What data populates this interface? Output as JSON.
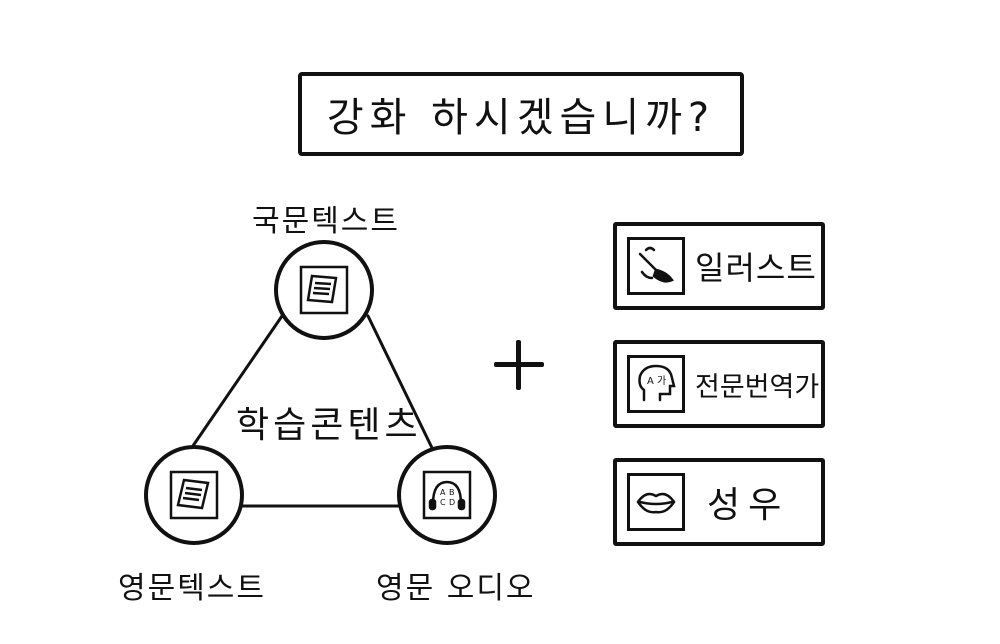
{
  "title": "강화 하시겠습니까?",
  "triangle": {
    "center_label": "학습콘텐츠",
    "nodes": {
      "top": {
        "label": "국문텍스트",
        "icon": "document-icon"
      },
      "bottom_left": {
        "label": "영문텍스트",
        "icon": "document-icon"
      },
      "bottom_right": {
        "label": "영문 오디오",
        "icon": "audio-headphones-icon"
      }
    }
  },
  "plus_symbol": "+",
  "addons": [
    {
      "label": "일러스트",
      "icon": "paintbrush-icon"
    },
    {
      "label": "전문번역가",
      "icon": "translator-head-icon"
    },
    {
      "label": "성우",
      "icon": "lips-icon"
    }
  ],
  "audio_icon_letters": [
    "A",
    "B",
    "C",
    "D"
  ],
  "translator_icon_text": "A 가"
}
